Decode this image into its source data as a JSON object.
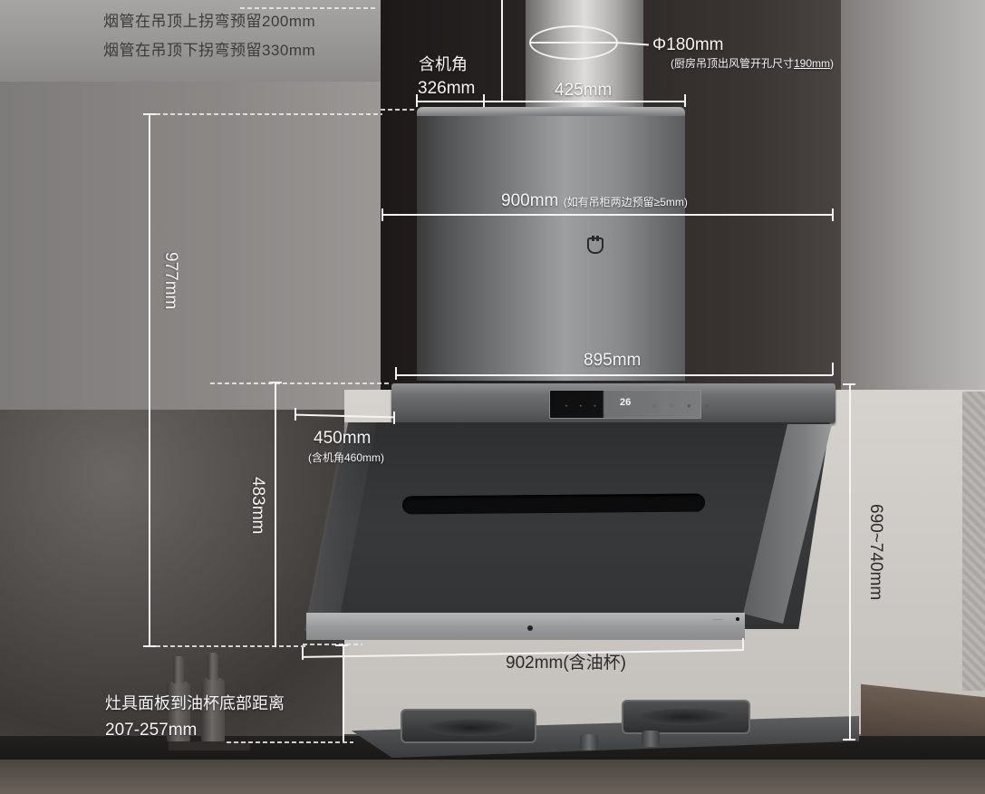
{
  "product": {
    "type": "side-draft range hood",
    "logo_icon": "mijia-cat-logo-icon",
    "control_panel": {
      "temperature_display": "26"
    }
  },
  "notes": {
    "duct_bend_above_ceiling": "烟管在吊顶上拐弯预留200mm",
    "duct_bend_below_ceiling": "烟管在吊顶下拐弯预留330mm"
  },
  "dimensions": {
    "duct_diameter": {
      "value": "Φ180mm",
      "note_prefix": "(厨房吊顶出风管开孔尺寸",
      "note_value": "190mm",
      "note_suffix": ")"
    },
    "depth_with_corner": {
      "label_line1": "含机角",
      "label_line2": "326mm"
    },
    "chimney_width": "425mm",
    "cabinet_gap_width": {
      "value": "900mm",
      "note": "(如有吊柜两边预留≥5mm)"
    },
    "total_height": "977mm",
    "control_bar_width": "895mm",
    "panel_depth": {
      "value": "450mm",
      "note": "(含机角460mm)"
    },
    "panel_height": "483mm",
    "install_height": "690~740mm",
    "bottom_width": "902mm(含油杯)",
    "stove_to_oil_cup": {
      "label_line1": "灶具面板到油杯底部距离",
      "label_line2": "207-257mm"
    }
  },
  "colors": {
    "dimension_line": "#f4f4f4",
    "label_light": "#f6f6f6",
    "label_dark": "#2b2b2b",
    "hood_glass": "#323335",
    "backsplash": "#d0cdc9"
  }
}
